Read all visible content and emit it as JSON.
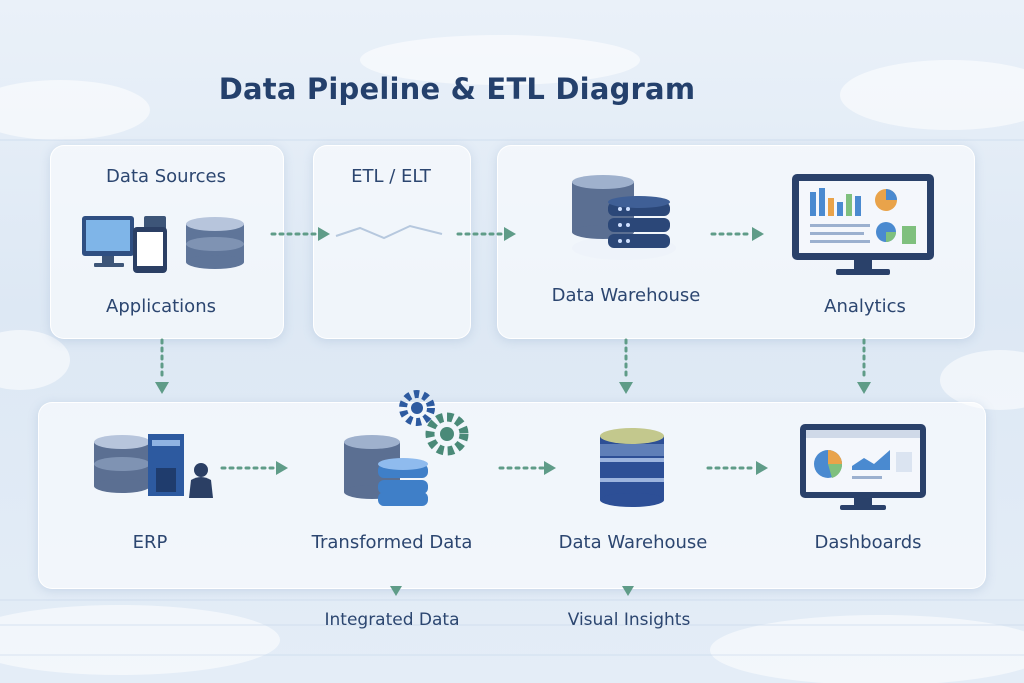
{
  "title": "Data Pipeline & ETL Diagram",
  "colors": {
    "arrow": "#5f9c88",
    "title": "#24406c",
    "label": "#2c4670",
    "db_dark": "#3d5578",
    "db_blue": "#2d5aa0"
  },
  "top_row": {
    "sources_heading": "Data Sources",
    "sources_label": "Applications",
    "etl_heading": "ETL / ELT",
    "warehouse_label": "Data Warehouse",
    "analytics_label": "Analytics"
  },
  "bottom_row": {
    "erp_label": "ERP",
    "transformed_label": "Transformed Data",
    "warehouse_label": "Data Warehouse",
    "dashboards_label": "Dashboards"
  },
  "footer": {
    "integrated_label": "Integrated Data",
    "insights_label": "Visual Insights"
  },
  "icons": [
    "computer-icon",
    "tablet-icon",
    "database-icon",
    "server-icon",
    "monitor-chart-icon",
    "gear-icon",
    "factory-icon",
    "worker-icon",
    "dashboard-icon"
  ]
}
